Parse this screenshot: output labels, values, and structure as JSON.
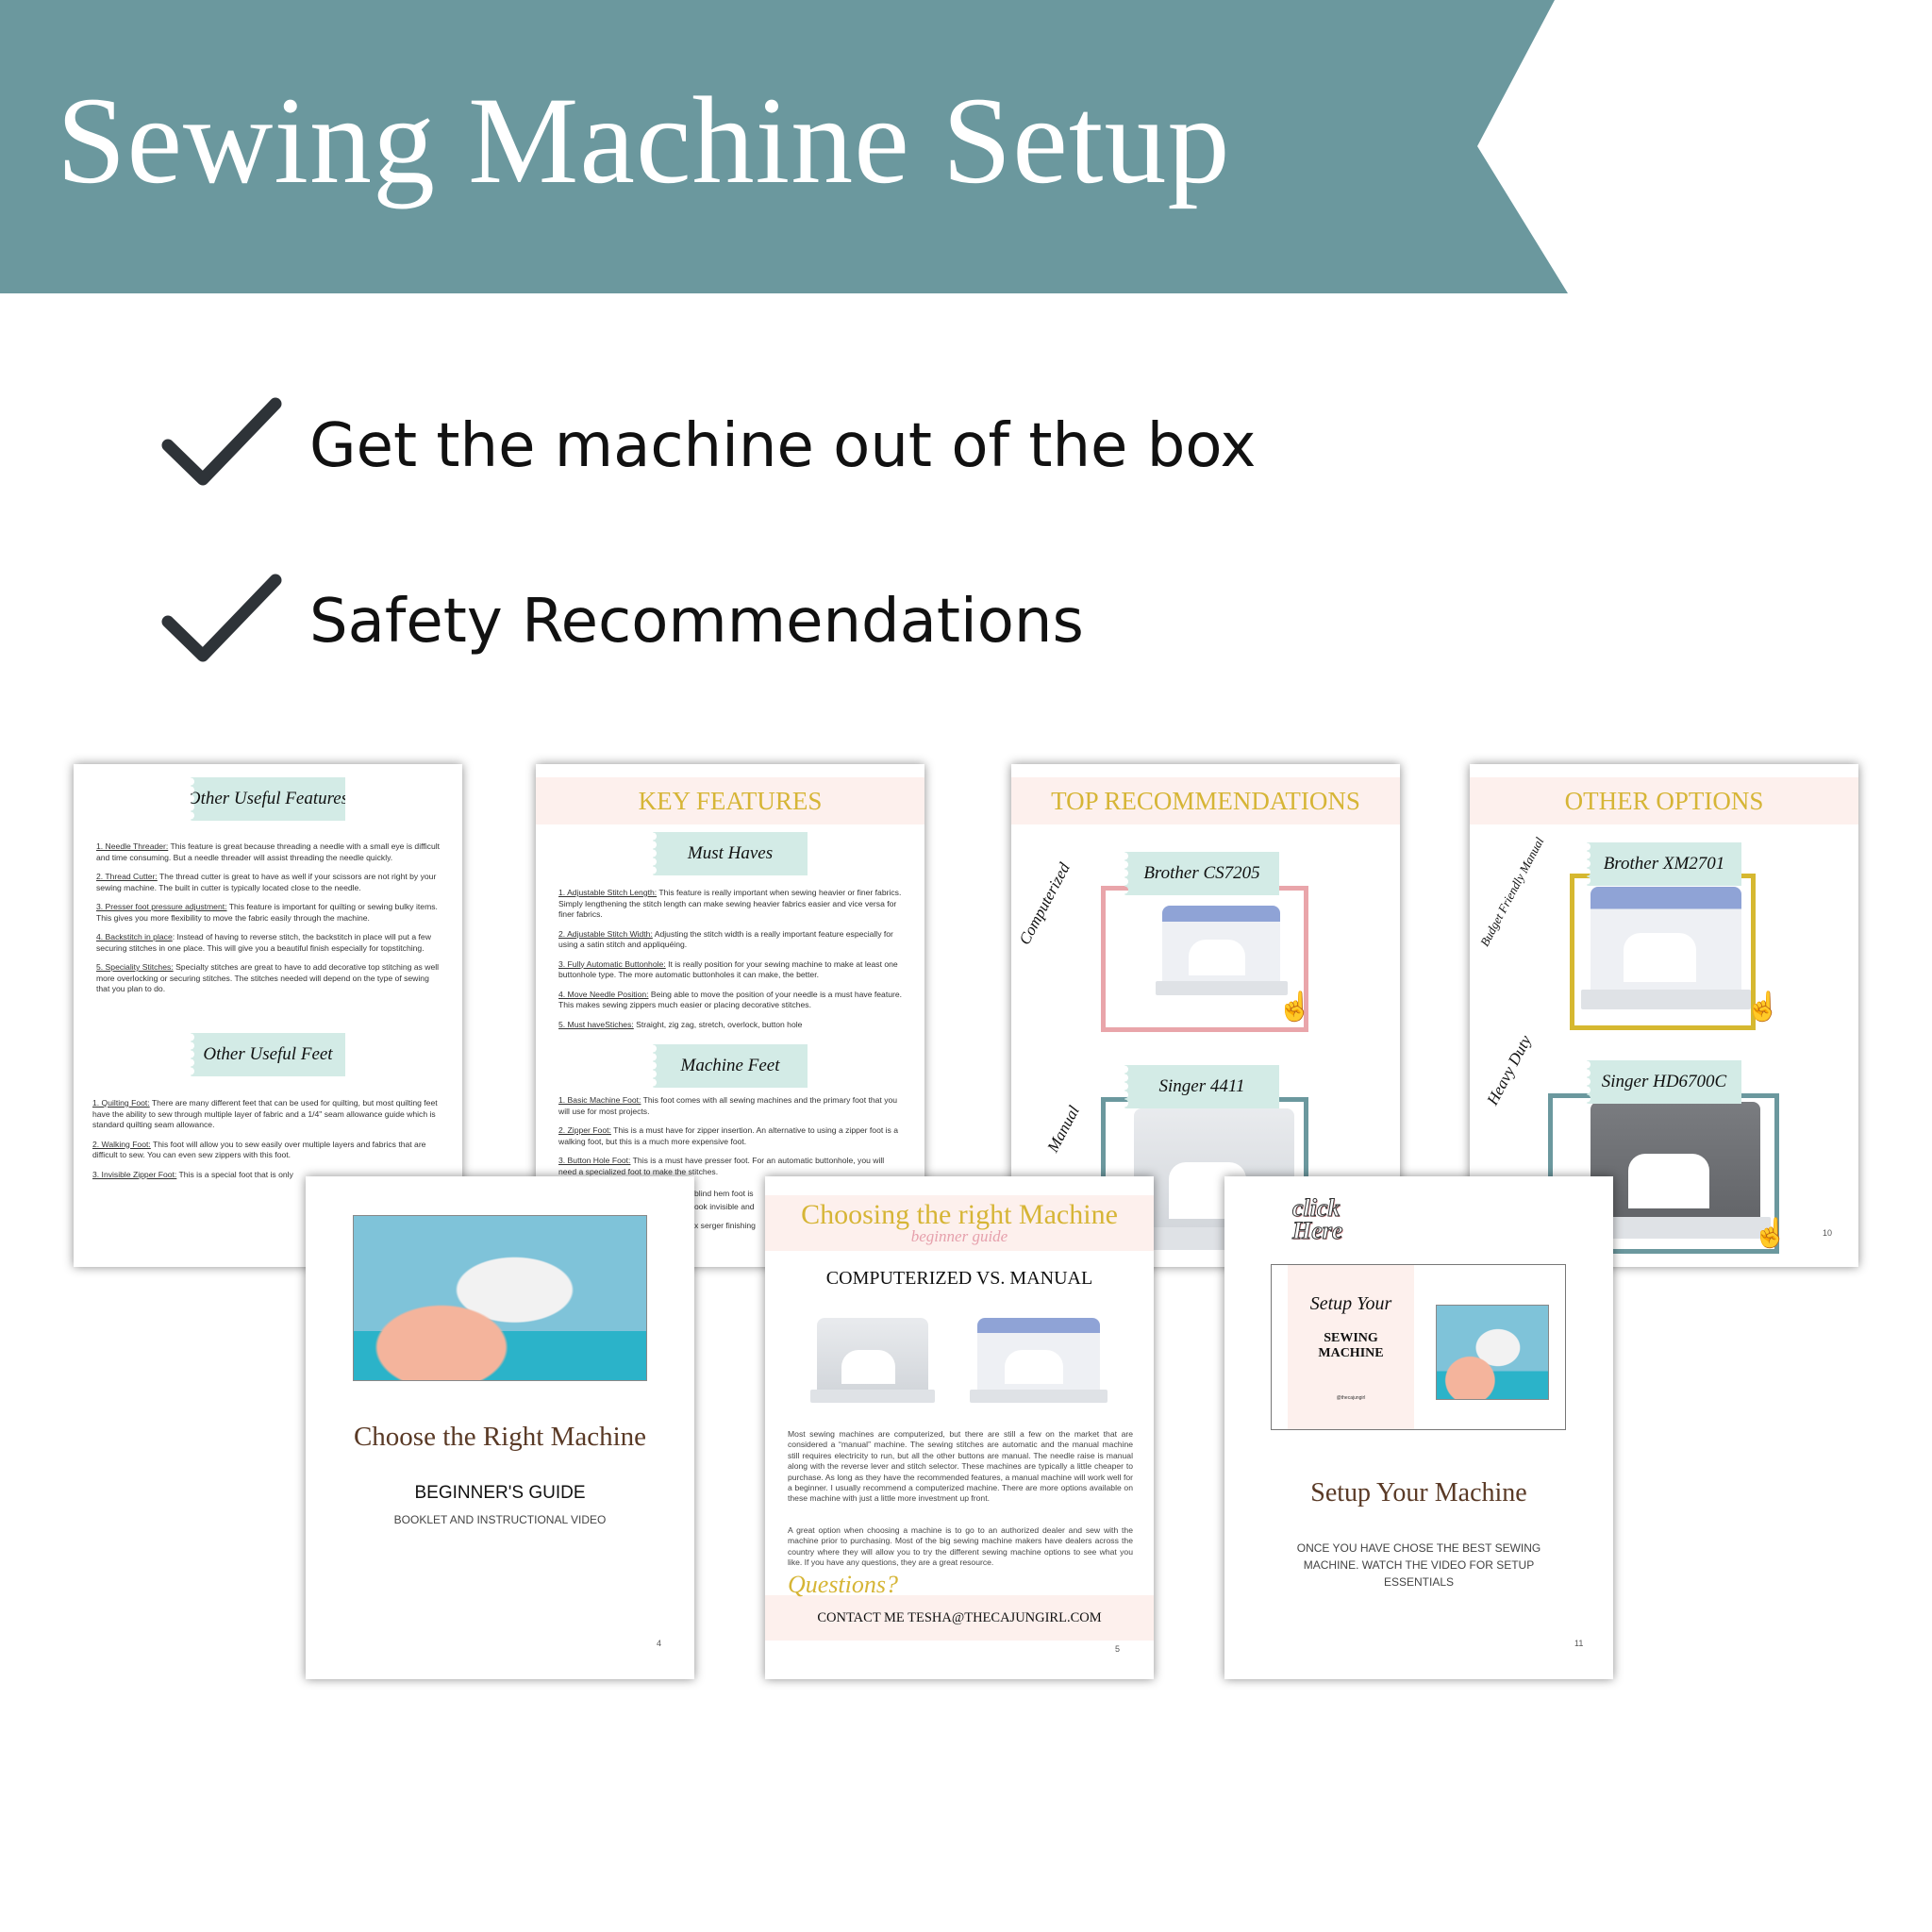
{
  "banner": {
    "title": "Sewing Machine Setup",
    "color": "#6b989e"
  },
  "checklist": [
    {
      "icon": "checkmark-icon",
      "text": "Get the machine out of the box"
    },
    {
      "icon": "checkmark-icon",
      "text": "Safety Recommendations"
    }
  ],
  "pages": {
    "features": {
      "ribbon1": "Other Useful Features",
      "features": [
        {
          "label": "1. Needle Threader:",
          "text": " This feature is great because threading a needle with a small eye is difficult and time consuming. But a needle threader will assist threading the needle quickly."
        },
        {
          "label": "2. Thread Cutter:",
          "text": " The thread cutter is great to have as well if your scissors are not right by your sewing machine. The built in cutter is typically located close to the needle."
        },
        {
          "label": "3. Presser foot pressure adjustment:",
          "text": " This feature is important for quilting or sewing bulky items. This gives you more flexibility to move the fabric easily through the machine."
        },
        {
          "label": "4. Backstitch in place",
          "text": ": Instead of having to reverse stitch, the backstitch in place will put a few securing stitches in one place. This will give you a beautiful finish especially for topstitching."
        },
        {
          "label": "5. Speciality Stitches:",
          "text": " Specialty stitches are great to have to add decorative top stitching as well more overlocking or securing stitches. The stitches needed will depend on the type of sewing that you plan to do."
        }
      ],
      "ribbon2": "Other Useful Feet",
      "feet": [
        {
          "label": "1. Quilting Foot:",
          "text": " There are many different feet that can be used for quilting, but most quilting feet have the ability to sew through multiple layer of fabric and a 1/4\" seam allowance guide which is standard quilting seam allowance."
        },
        {
          "label": "2. Walking Foot:",
          "text": " This foot will allow you to sew easily over multiple layers and fabrics that are difficult to sew. You can even sew zippers with this foot."
        },
        {
          "label": "3. Invisible Zipper Foot:",
          "text": " This is a special foot that is only"
        }
      ]
    },
    "key_features": {
      "header": "KEY FEATURES",
      "ribbon1": "Must Haves",
      "must_haves": [
        {
          "label": "1. Adjustable Stitch Length:",
          "text": " This feature is really important when sewing heavier or finer fabrics. Simply lengthening the stitch length can make sewing heavier fabrics easier and vice versa for finer fabrics."
        },
        {
          "label": "2. Adjustable Stitch Width:",
          "text": " Adjusting the stitch width is a really important feature especially for using a satin stitch and appliquéing."
        },
        {
          "label": "3. Fully Automatic Buttonhole:",
          "text": " It is really position for your sewing machine to make at least one buttonhole type. The more automatic buttonholes it can make, the better."
        },
        {
          "label": "4. Move Needle Position:",
          "text": " Being able to move the position of your needle is a must have feature. This makes sewing zippers much easier or placing decorative stitches."
        },
        {
          "label": "5. Must haveStiches:",
          "text": " Straight, zig zag, stretch, overlock, button hole"
        }
      ],
      "ribbon2": "Machine Feet",
      "feet": [
        {
          "label": "1. Basic Machine Foot:",
          "text": " This foot comes with all sewing machines and the primary foot that you will use for most projects."
        },
        {
          "label": "2. Zipper Foot:",
          "text": " This is a must have for zipper insertion. An alternative to using a zipper foot is a walking foot, but this is a much more expensive foot."
        },
        {
          "label": "3. Button Hole Foot:",
          "text": " This is a must have presser foot. For an automatic buttonhole, you will need a specialized foot to make the stitches."
        }
      ],
      "fragments": [
        "blind hem foot is",
        "ook invisible and",
        "x serger finishing"
      ]
    },
    "top_recs": {
      "header": "TOP RECOMMENDATIONS",
      "items": [
        {
          "name": "Brother CS7205",
          "tag": "Computerized",
          "frame_color": "#e9a5aa"
        },
        {
          "name": "Singer 4411",
          "tag": "Manual",
          "frame_color": "#6b989e"
        }
      ]
    },
    "other_options": {
      "header": "OTHER OPTIONS",
      "items": [
        {
          "name": "Brother XM2701",
          "tag": "Budget Friendly Manual",
          "frame_color": "#d6b830"
        },
        {
          "name": "Singer HD6700C",
          "tag": "Heavy Duty",
          "frame_color": "#6b989e"
        }
      ],
      "page_number": "10"
    },
    "choose": {
      "title": "Choose the Right Machine",
      "subtitle": "BEGINNER'S GUIDE",
      "caption": "BOOKLET AND INSTRUCTIONAL VIDEO",
      "page_number": "4"
    },
    "choosing": {
      "header": "Choosing the right Machine",
      "header_script": "beginner guide",
      "heading": "COMPUTERIZED VS. MANUAL",
      "paragraphs": [
        "Most sewing machines are computerized, but there are still a few on the market that are considered a “manual” machine. The sewing stitches are automatic and the manual machine still requires electricity to run, but all the other buttons are manual. The needle raise is manual along with the reverse lever and stitch selector. These machines are typically a little cheaper to purchase. As long as they have the recommended features, a manual machine will work well for a beginner. I usually recommend a computerized machine. There are more options available on these machine with just a little more investment up front.",
        "A great option when choosing a machine is to go to an authorized dealer and sew with the machine prior to purchasing. Most of the big sewing machine makers have dealers across the country where they will allow you to try the different sewing machine options to see what you like. If you have any questions, they are a great resource."
      ],
      "questions": "Questions?",
      "contact": "CONTACT ME TESHA@THECAJUNGIRL.COM",
      "page_number": "5"
    },
    "setup": {
      "click_here": "click Here",
      "card_script": "Setup Your",
      "card_title": "SEWING MACHINE",
      "card_handle": "@thecajungirl",
      "title": "Setup Your Machine",
      "text": "ONCE YOU HAVE CHOSE THE BEST SEWING MACHINE. WATCH THE VIDEO FOR SETUP ESSENTIALS",
      "page_number": "11"
    }
  },
  "colors": {
    "gold": "#d6b536",
    "pink_band": "#fdf0ed",
    "ribbon": "#d3ebe6",
    "brown": "#5a3a26"
  }
}
